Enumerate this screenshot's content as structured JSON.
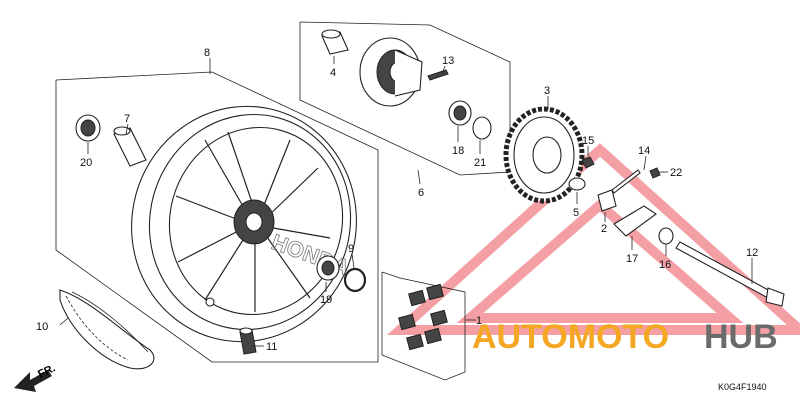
{
  "diagram": {
    "code": "K0G4F1940",
    "direction_label": "FR.",
    "brand_on_rim": "HONDA",
    "watermark": {
      "part1": "AUTOMOTO",
      "part2": "HUB",
      "color1": "#F5A623",
      "color2": "#6B6B6B",
      "triangle_color": "#E8323C"
    },
    "callouts": [
      {
        "id": "1",
        "text": "1"
      },
      {
        "id": "2",
        "text": "2"
      },
      {
        "id": "3",
        "text": "3"
      },
      {
        "id": "4",
        "text": "4"
      },
      {
        "id": "5",
        "text": "5"
      },
      {
        "id": "6",
        "text": "6"
      },
      {
        "id": "7",
        "text": "7"
      },
      {
        "id": "8",
        "text": "8"
      },
      {
        "id": "9",
        "text": "9"
      },
      {
        "id": "10",
        "text": "10"
      },
      {
        "id": "11",
        "text": "11"
      },
      {
        "id": "12",
        "text": "12"
      },
      {
        "id": "13",
        "text": "13"
      },
      {
        "id": "14",
        "text": "14"
      },
      {
        "id": "15",
        "text": "15"
      },
      {
        "id": "16",
        "text": "16"
      },
      {
        "id": "17",
        "text": "17"
      },
      {
        "id": "18",
        "text": "18"
      },
      {
        "id": "19",
        "text": "19"
      },
      {
        "id": "20",
        "text": "20"
      },
      {
        "id": "21",
        "text": "21"
      },
      {
        "id": "22",
        "text": "22"
      }
    ]
  }
}
